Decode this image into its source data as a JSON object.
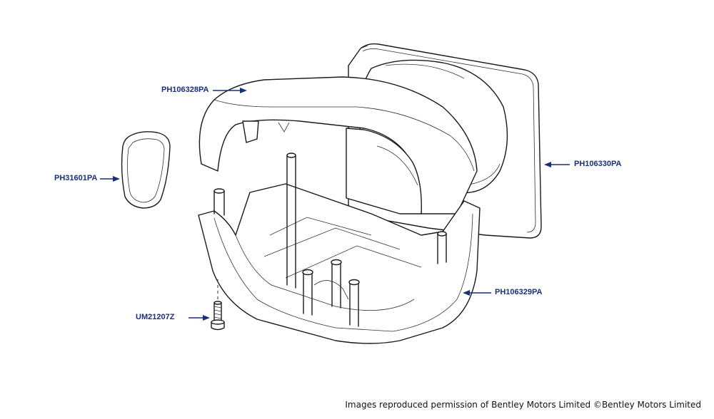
{
  "labels": {
    "cowl_upper": "PH106328PA",
    "seal": "PH31601PA",
    "back_cover": "PH106330PA",
    "cowl_lower": "PH106329PA",
    "screw": "UM21207Z"
  },
  "credit": "Images reproduced permission of Bentley Motors Limited ©Bentley Motors Limited",
  "colors": {
    "label": "#1a2f7a",
    "line": "#1a1a1a"
  }
}
